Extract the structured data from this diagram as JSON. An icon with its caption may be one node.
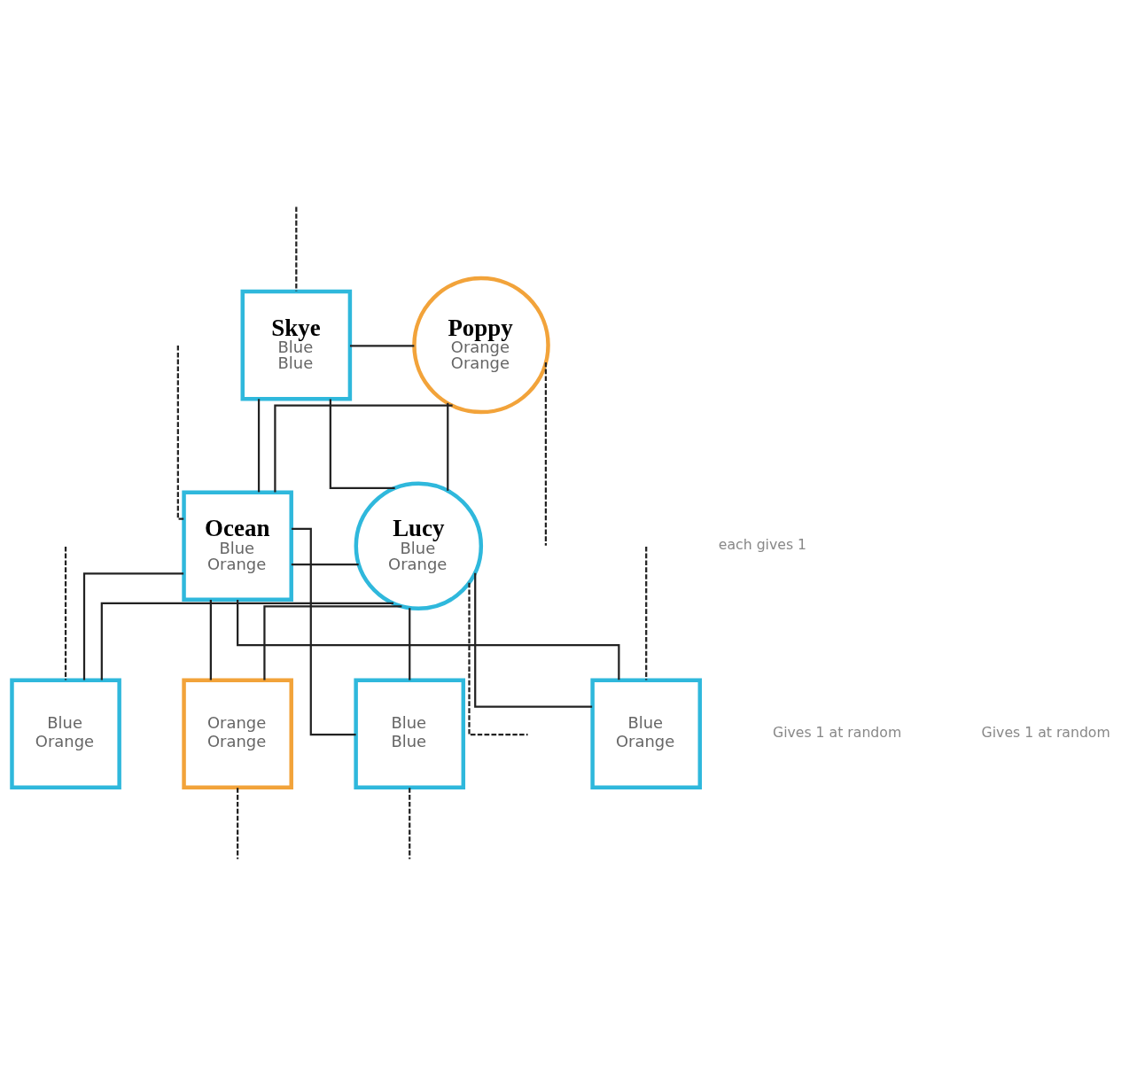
{
  "diagram": {
    "nodes": [
      {
        "text": [
          "Skye",
          "Blue",
          "Blue"
        ]
      },
      {
        "text": [
          "Poppy",
          "Orange",
          "Orange"
        ]
      },
      {
        "text": [
          "Ocean",
          "Blue",
          "Orange"
        ]
      },
      {
        "text": [
          "Lucy",
          "Blue",
          "Orange"
        ]
      },
      {
        "text": [
          "Blue",
          "Orange"
        ]
      },
      {
        "text": [
          "Blue",
          "Orange"
        ]
      },
      {
        "text": [
          "Blue",
          "Blue"
        ]
      },
      {
        "text": [
          "Orange",
          "Orange"
        ]
      }
    ],
    "edges": [
      {
        "from": 0,
        "to": 1,
        "arrow": "none"
      },
      {
        "from": 0,
        "to": 2,
        "arrow": "none"
      },
      {
        "from": 0,
        "to": 3,
        "arrow": "none"
      },
      {
        "from": 1,
        "to": 2,
        "arrow": "none"
      },
      {
        "from": 1,
        "to": 3,
        "arrow": "none"
      },
      {
        "from": 2,
        "to": 3,
        "arrow": "none"
      },
      {
        "from": 2,
        "to": 4,
        "arrow": "none"
      },
      {
        "from": 2,
        "to": 5,
        "arrow": "none"
      },
      {
        "from": 2,
        "to": 6,
        "arrow": "none"
      },
      {
        "from": 2,
        "to": 7,
        "arrow": "none"
      },
      {
        "from": 3,
        "to": 4,
        "arrow": "none"
      },
      {
        "from": 3,
        "to": 5,
        "arrow": "none"
      },
      {
        "from": 3,
        "to": 6,
        "arrow": "none"
      },
      {
        "from": 3,
        "to": 7,
        "arrow": "none"
      },
      {
        "from": null,
        "to": 0,
        "arrow": "none",
        "style": "dashed"
      },
      {
        "from": 1,
        "to": null,
        "arrow": "none",
        "style": "dashed"
      },
      {
        "from": null,
        "to": 2,
        "arrow": "none",
        "style": "dashed"
      },
      {
        "from": 3,
        "to": null,
        "arrow": "none",
        "style": "dashed"
      },
      {
        "from": null,
        "to": 4,
        "arrow": "none",
        "style": "dashed"
      },
      {
        "from": null,
        "to": 5,
        "arrow": "none",
        "style": "dashed"
      },
      {
        "from": 6,
        "to": null,
        "arrow": "none",
        "style": "dashed"
      },
      {
        "from": 7,
        "to": null,
        "arrow": "none",
        "style": "dashed"
      }
    ],
    "labels": [
      "each gives 1",
      "Gives 1 at random",
      "Gives 1 at random"
    ]
  }
}
